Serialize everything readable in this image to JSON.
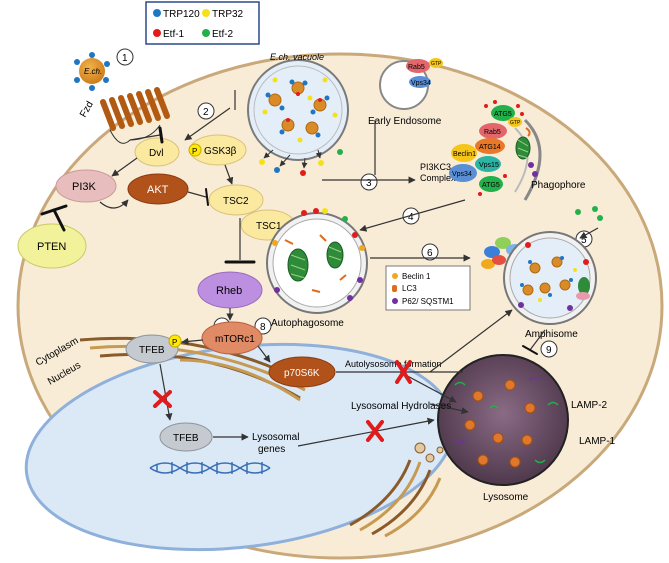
{
  "legend": {
    "items": [
      {
        "label": "TRP120",
        "color": "#1f77c4"
      },
      {
        "label": "TRP32",
        "color": "#f5e11a"
      },
      {
        "label": "Etf-1",
        "color": "#e31b1b"
      },
      {
        "label": "Etf-2",
        "color": "#22b04b"
      }
    ]
  },
  "steps": [
    "1",
    "2",
    "3",
    "4",
    "5",
    "6",
    "7",
    "8",
    "9"
  ],
  "labels": {
    "ech": "E.ch.",
    "fzd": "Fzd",
    "ech_vacuole": "E.ch. vacuole",
    "early_endosome": "Early Endosome",
    "rab5": "Rab5",
    "gtp": "GTP",
    "vps34": "Vps34",
    "pi3kc3_line1": "PI3KC3",
    "pi3kc3_line2": "Complex",
    "atg5": "ATG5",
    "atg14": "ATG14",
    "beclin1": "Beclin1",
    "vps15": "Vps15",
    "phagophore": "Phagophore",
    "dvl": "Dvl",
    "p": "P",
    "gsk3b": "GSK3β",
    "pi3k": "PI3K",
    "akt": "AKT",
    "tsc2": "TSC2",
    "tsc1": "TSC1",
    "pten": "PTEN",
    "rheb": "Rheb",
    "autophagosome": "Autophagosome",
    "amphisome": "Amphisome",
    "mtorc1": "mTORc1",
    "p70s6k": "p70S6K",
    "tfeb": "TFEB",
    "cytoplasm": "Cytoplasm",
    "nucleus": "Nucleus",
    "autolysosome_formation": "Autolysosome formation",
    "lysosomal_hydrolases": "Lysosomal Hydrolases",
    "lamp2": "LAMP-2",
    "lamp1": "LAMP-1",
    "lysosome": "Lysosome",
    "lysosomal_genes_line1": "Lysosomal",
    "lysosomal_genes_line2": "genes"
  },
  "marker_legend": [
    {
      "label": "Beclin 1",
      "color": "#f2a81d"
    },
    {
      "label": "LC3",
      "color": "#e06b1a"
    },
    {
      "label": "P62/ SQSTM1",
      "color": "#7030a0"
    }
  ]
}
